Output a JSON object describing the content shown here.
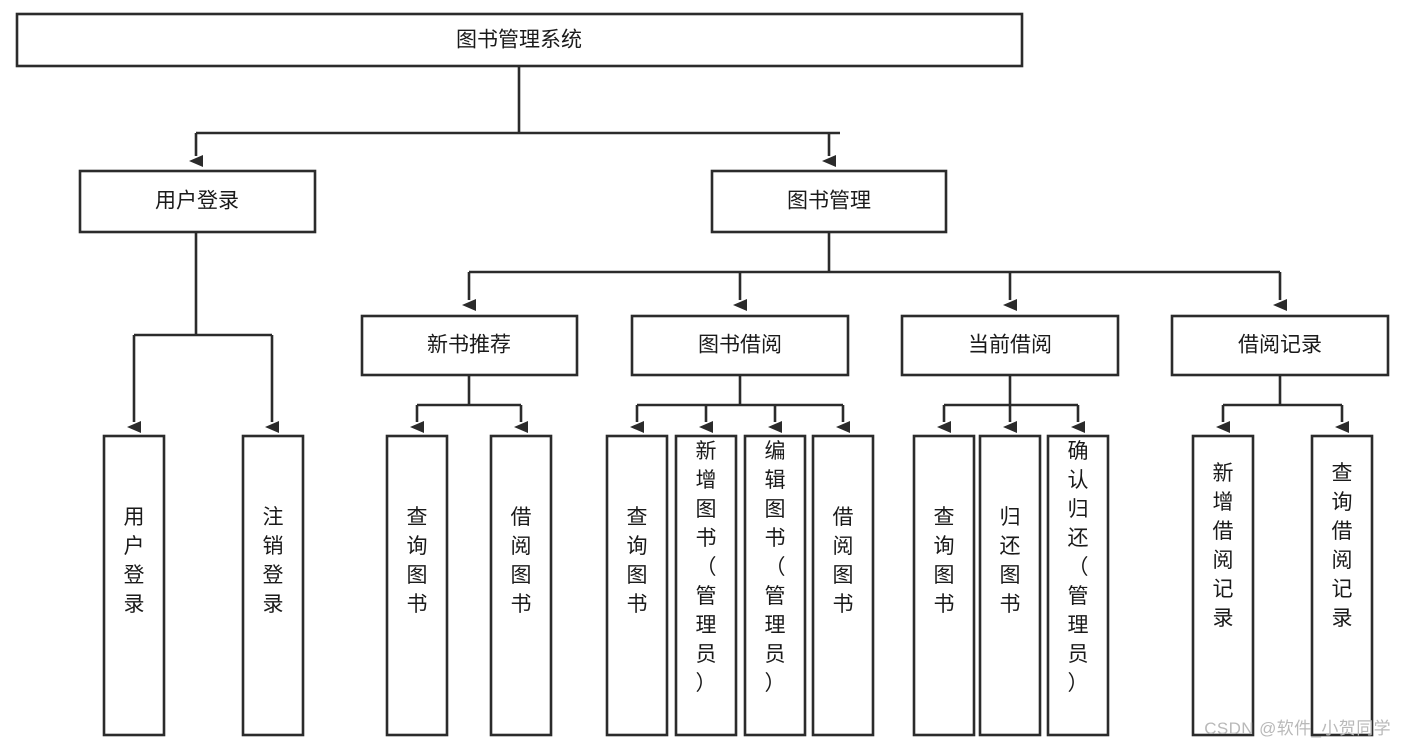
{
  "diagram": {
    "type": "tree-hierarchy-diagram",
    "title": "图书管理系统",
    "watermark": "CSDN @软件_小贺同学",
    "levels": {
      "root": {
        "label": "图书管理系统"
      },
      "level2": [
        {
          "label": "用户登录"
        },
        {
          "label": "图书管理"
        }
      ],
      "level3": [
        {
          "label": "新书推荐"
        },
        {
          "label": "图书借阅"
        },
        {
          "label": "当前借阅"
        },
        {
          "label": "借阅记录"
        }
      ]
    },
    "leaves": {
      "user_login": [
        {
          "label": "用户登录"
        },
        {
          "label": "注销登录"
        }
      ],
      "new_book_recommend": [
        {
          "label": "查询图书"
        },
        {
          "label": "借阅图书"
        }
      ],
      "book_borrow": [
        {
          "label": "查询图书"
        },
        {
          "label": "新增图书（管理员）"
        },
        {
          "label": "编辑图书（管理员）"
        },
        {
          "label": "借阅图书"
        }
      ],
      "current_borrow": [
        {
          "label": "查询图书"
        },
        {
          "label": "归还图书"
        },
        {
          "label": "确认归还（管理员）"
        }
      ],
      "borrow_record": [
        {
          "label": "新增借阅记录"
        },
        {
          "label": "查询借阅记录"
        }
      ]
    },
    "colors": {
      "stroke": "#2b2b2b",
      "fill": "#ffffff",
      "text": "#1a1a1a",
      "watermark": "#b9b9b9"
    }
  }
}
